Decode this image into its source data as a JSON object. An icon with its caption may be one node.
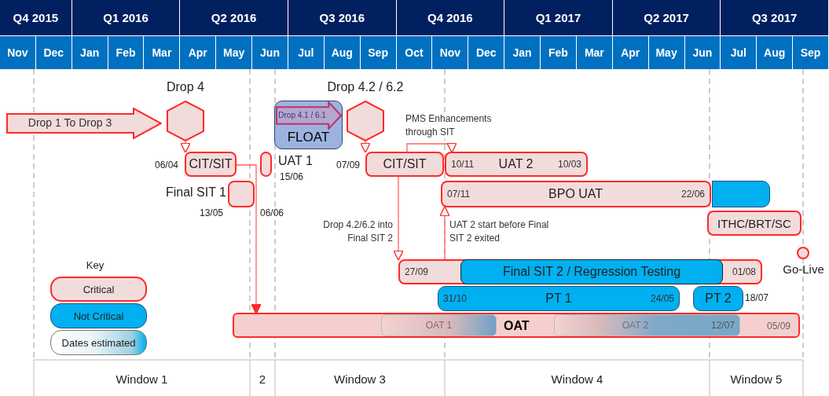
{
  "diagram": {
    "nodes": [
      {
        "text": [
          "Drop 1 To Drop 3"
        ]
      },
      {
        "text": [
          "Drop 4"
        ]
      },
      {
        "text": [
          "CIT/SIT"
        ],
        "beside": [
          "06/04"
        ]
      },
      {
        "text": [
          "UAT 1"
        ],
        "beside": [
          "15/06"
        ]
      },
      {
        "text": [
          "Final SIT 1"
        ],
        "beside": [
          "13/05",
          "06/06"
        ]
      },
      {
        "text": [
          "FLOAT"
        ]
      },
      {
        "text": [
          "Drop 4.1 / 6.1"
        ],
        "in": 5
      },
      {
        "text": [
          "Drop 4.2 / 6.2"
        ]
      },
      {
        "text": [
          "CIT/SIT"
        ],
        "beside": [
          "07/09"
        ]
      },
      {
        "text": [
          "10/11",
          "UAT 2",
          "10/03"
        ]
      },
      {
        "text": [
          "07/11",
          "BPO UAT",
          "22/06"
        ]
      },
      {
        "text": [],
        "shape": "bar"
      },
      {
        "text": [
          "ITHC/BRT/SC"
        ]
      },
      {
        "text": [
          "27/09",
          "01/08"
        ]
      },
      {
        "text": [
          "Final SIT 2 / Regression Testing"
        ],
        "in": 13
      },
      {
        "text": [
          "Go-Live"
        ]
      },
      {
        "text": [
          "31/10",
          "PT 1",
          "24/05"
        ]
      },
      {
        "text": [
          "PT 2"
        ],
        "beside": [
          "18/07"
        ]
      },
      {
        "text": [
          "OAT",
          "05/09"
        ]
      },
      {
        "text": [
          "OAT 1"
        ],
        "in": 18
      },
      {
        "text": [
          "OAT 2",
          "12/07"
        ],
        "in": 18
      }
    ],
    "edges": [
      {
        "from": 1,
        "to": 2,
        "arrow": "to"
      },
      {
        "from": 7,
        "to": 8,
        "arrow": "to"
      },
      {
        "from": 2,
        "to": 18,
        "arrow": "to"
      },
      {
        "from": 8,
        "to": 9,
        "arrow": "to",
        "label": "PMS Enhancements through SIT"
      },
      {
        "from": 8,
        "to": 13,
        "arrow": "to",
        "label": "Drop 4.2/6.2 into Final SIT 2"
      },
      {
        "from": 13,
        "to": 10,
        "arrow": "to",
        "label": "UAT 2 start before Final SIT 2 exited"
      }
    ],
    "labels": [
      "Q4 2015",
      "Q1 2016",
      "Q2 2016",
      "Q3 2016",
      "Q4 2016",
      "Q1 2017",
      "Q2 2017",
      "Q3 2017",
      "Nov",
      "Dec",
      "Jan",
      "Feb",
      "Mar",
      "Apr",
      "May",
      "Jun",
      "Jul",
      "Aug",
      "Sep",
      "Oct",
      "Nov",
      "Dec",
      "Jan",
      "Feb",
      "Mar",
      "Apr",
      "May",
      "Jun",
      "Jul",
      "Aug",
      "Sep",
      "Key",
      "Window 1",
      "2",
      "Window 3",
      "Window 4",
      "Window 5"
    ],
    "legend": [
      {
        "text": "Critical",
        "color": "#f2dcdb"
      },
      {
        "text": "Not Critical",
        "color": "#00b0f0"
      },
      {
        "text": "Dates estimated"
      }
    ]
  }
}
